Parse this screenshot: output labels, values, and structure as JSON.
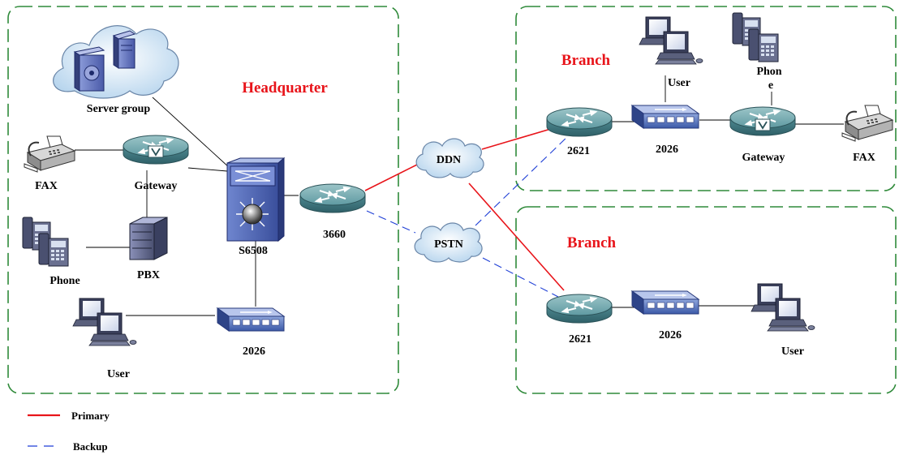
{
  "regions": {
    "headquarter": "Headquarter",
    "branch_top": "Branch",
    "branch_bottom": "Branch"
  },
  "hq": {
    "server_group": "Server group",
    "fax": "FAX",
    "gateway": "Gateway",
    "phone": "Phone",
    "pbx": "PBX",
    "user": "User",
    "switch_2026": "2026",
    "core_switch": "S6508",
    "router": "3660"
  },
  "clouds": {
    "ddn": "DDN",
    "pstn": "PSTN"
  },
  "branch_top": {
    "router": "2621",
    "switch": "2026",
    "user": "User",
    "phone_line1": "Phon",
    "phone_line2": "e",
    "gateway": "Gateway",
    "fax": "FAX"
  },
  "branch_bottom": {
    "router": "2621",
    "switch": "2026",
    "user": "User"
  },
  "legend": {
    "primary": "Primary",
    "backup": "Backup"
  },
  "colors": {
    "primary": "#e8141a",
    "backup": "#1f3fd6",
    "region_border": "#2f8a3a",
    "region_title": "#e8141a",
    "device_teal": "#4f8f98"
  }
}
